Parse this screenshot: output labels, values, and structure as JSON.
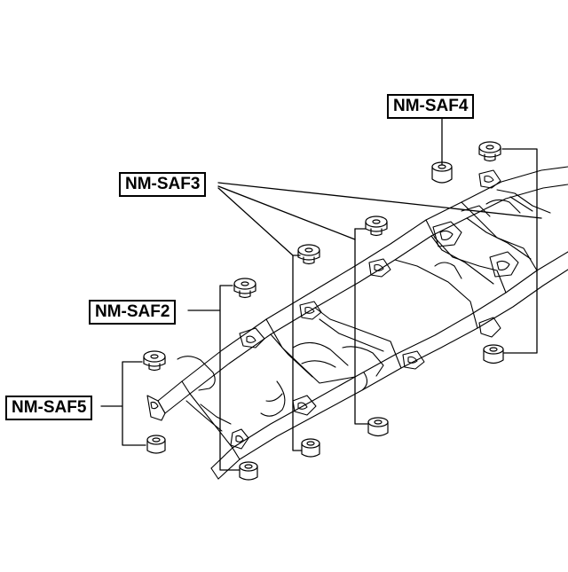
{
  "labels": {
    "saf4": "NM-SAF4",
    "saf3": "NM-SAF3",
    "saf2": "NM-SAF2",
    "saf5": "NM-SAF5"
  },
  "colors": {
    "line": "#000000",
    "background": "#ffffff"
  }
}
